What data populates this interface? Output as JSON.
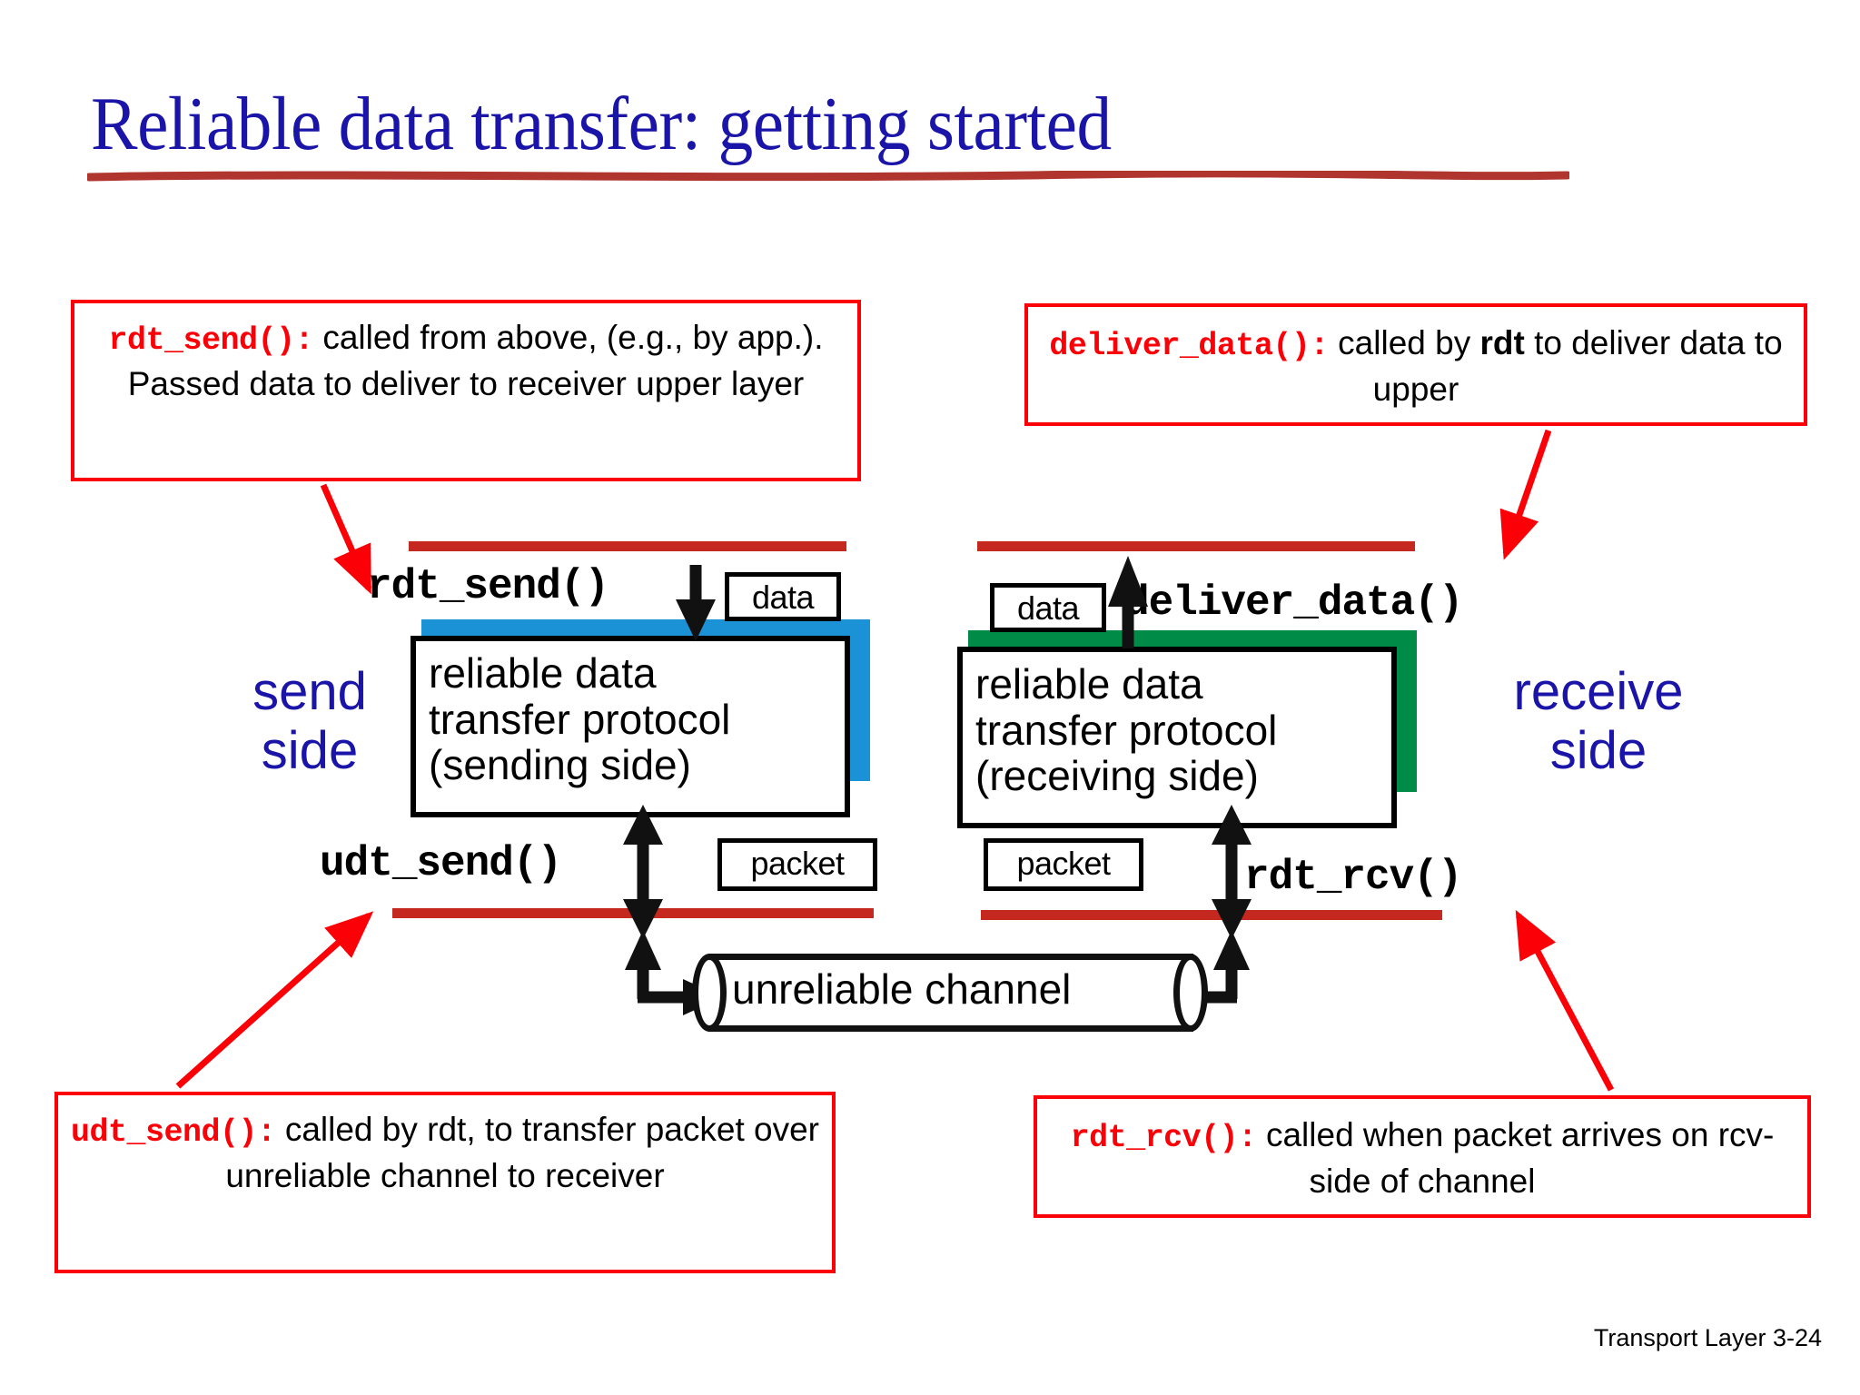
{
  "slide": {
    "title": "Reliable data transfer: getting started",
    "title_color": "#1a14a8",
    "accent_red": "#fb0007",
    "rule_red": "#c4281e",
    "footer": "Transport Layer 3-24"
  },
  "callouts": {
    "rdt_send": {
      "fn": "rdt_send():",
      "body": " called from above, (e.g., by app.). Passed data to deliver to receiver upper layer"
    },
    "deliver_data": {
      "fn": "deliver_data():",
      "body_pre": " called by ",
      "body_bold": "rdt",
      "body_post": " to deliver data to upper"
    },
    "udt_send": {
      "fn": "udt_send():",
      "body": " called by rdt, to transfer packet over unreliable channel to receiver"
    },
    "rdt_rcv": {
      "fn": "rdt_rcv():",
      "body": " called when packet arrives on rcv-side of channel"
    }
  },
  "diagram": {
    "side_labels": {
      "send": "send\nside",
      "receive": "receive\nside"
    },
    "api_labels": {
      "rdt_send": "rdt_send()",
      "deliver_data": "deliver_data()",
      "udt_send": "udt_send()",
      "rdt_rcv": "rdt_rcv()"
    },
    "protocol_boxes": {
      "sending": "reliable data\ntransfer protocol\n(sending side)",
      "receiving": "reliable data\ntransfer protocol\n(receiving side)",
      "sending_color": "#1b91d6",
      "receiving_color": "#008b47"
    },
    "tags": {
      "data_left": "data",
      "data_right": "data",
      "packet_left": "packet",
      "packet_right": "packet"
    },
    "channel": {
      "label": "unreliable channel"
    }
  }
}
